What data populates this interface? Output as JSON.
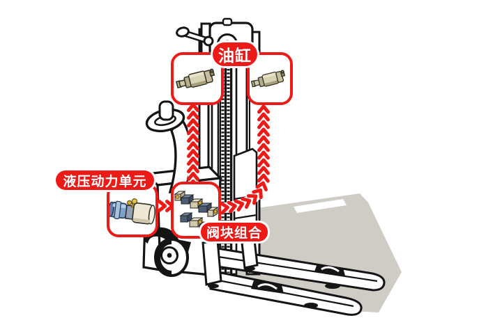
{
  "diagram": {
    "callouts": [
      {
        "id": "cylinder",
        "label": "油缸",
        "icon": "hydraulic-cylinder-icon",
        "panels": 2
      },
      {
        "id": "power_unit",
        "label": "液压动力单元",
        "icon": "hydraulic-power-unit-icon",
        "panels": 1
      },
      {
        "id": "valve_block",
        "label": "阀块组合",
        "icon": "valve-block-assembly-icon",
        "panels": 1
      }
    ],
    "colors": {
      "callout_red": "#EC1B18",
      "shadow_gray": "#CFCCC6",
      "outline_black": "#141414",
      "cylinder_tan": "#D9D3B6",
      "motor_blue": "#7FA1C9",
      "tank_cream": "#EDE7D4",
      "valve_navy": "#4C5D74",
      "valve_cream": "#D3C9AC",
      "port_yellow": "#D8B23C"
    }
  }
}
